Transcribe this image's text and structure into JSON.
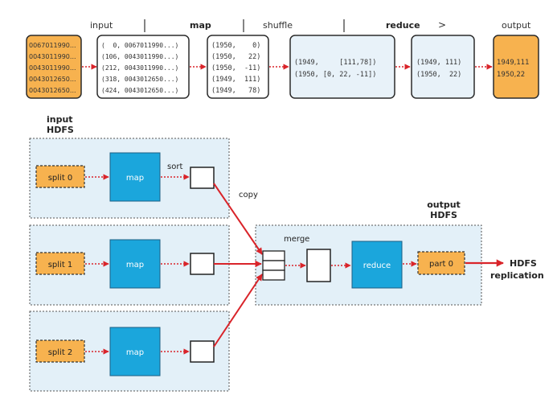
{
  "colors": {
    "orange": "#f7b24f",
    "orange_stroke": "#2b2b2b",
    "map_blue": "#1ba6dc",
    "panel_fill": "#e3f0f8",
    "box_fill": "#e8f2f9",
    "arrow_red": "#d9242a",
    "text": "#222222"
  },
  "flow": {
    "headers": {
      "input": "input",
      "map": "map",
      "shuffle": "shuffle",
      "reduce": "reduce",
      "gt": ">",
      "output": "output"
    },
    "input_lines": [
      "0067011990...",
      "0043011990...",
      "0043011990...",
      "0043012650...",
      "0043012650..."
    ],
    "map_input_lines": [
      "(  0, 0067011990...)",
      "(106, 0043011990...)",
      "(212, 0043011990...)",
      "(318, 0043012650...)",
      "(424, 0043012650...)"
    ],
    "map_output_lines": [
      "(1950,    0)",
      "(1950,   22)",
      "(1950,  -11)",
      "(1949,  111)",
      "(1949,   78)"
    ],
    "shuffle_lines": [
      "(1949,     [111,78])",
      "(1950, [0, 22, -11])"
    ],
    "reduce_output_lines": [
      "(1949, 111)",
      "(1950,  22)"
    ],
    "output_lines": [
      "1949,111",
      "1950,22"
    ]
  },
  "dataflow": {
    "input_label_1": "input",
    "input_label_2": "HDFS",
    "output_label_1": "output",
    "output_label_2": "HDFS",
    "splits": [
      "split 0",
      "split 1",
      "split 2"
    ],
    "map_label": "map",
    "sort_label": "sort",
    "copy_label": "copy",
    "merge_label": "merge",
    "reduce_label": "reduce",
    "part_label": "part 0",
    "hdfs_label": "HDFS",
    "replication_label": "replication"
  }
}
